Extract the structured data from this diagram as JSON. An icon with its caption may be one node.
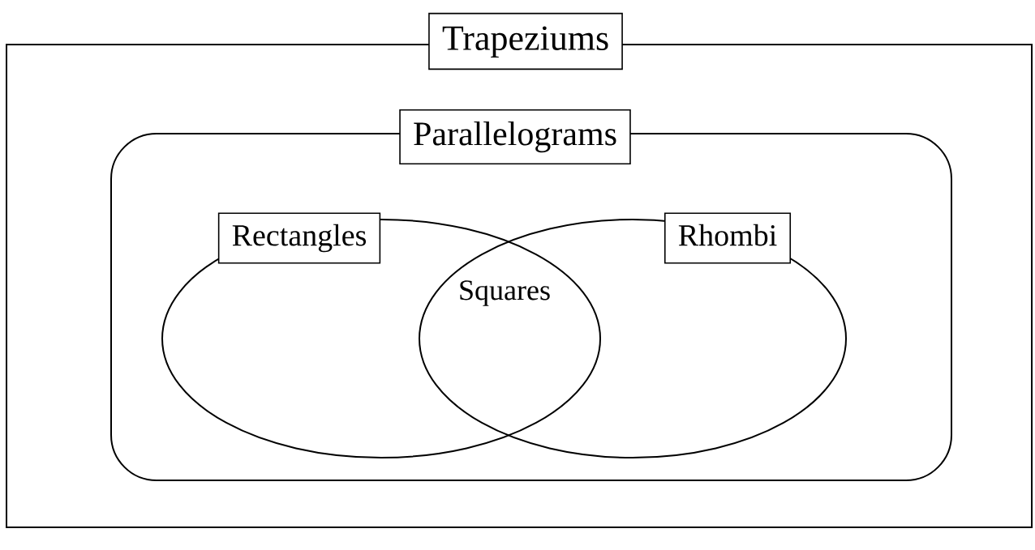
{
  "diagram": {
    "nodes": [
      {
        "text": [
          "Trapeziums"
        ]
      },
      {
        "text": [
          "Parallelograms"
        ],
        "in": 0
      },
      {
        "text": [
          "Rectangles"
        ],
        "in": 1
      },
      {
        "text": [
          "Rhombi"
        ],
        "in": 1
      }
    ],
    "labels": [
      "Squares"
    ]
  }
}
